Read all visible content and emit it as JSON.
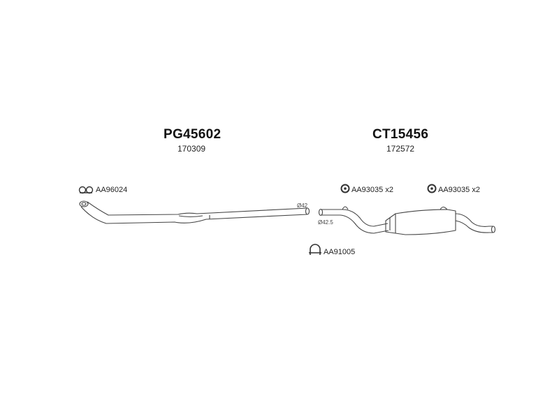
{
  "parts": [
    {
      "code": "PG45602",
      "number": "170309"
    },
    {
      "code": "CT15456",
      "number": "172572"
    }
  ],
  "refs": {
    "clamp_front": "AA96024",
    "hanger_1": "AA93035 x2",
    "hanger_2": "AA93035 x2",
    "clamp_mid": "AA91005"
  },
  "diameters": {
    "front_pipe_end": "Ø42",
    "rear_pipe_inlet": "Ø42.5"
  },
  "icons": {
    "clamp_front": "pipe-clamp-icon",
    "hanger_1": "rubber-hanger-icon",
    "hanger_2": "rubber-hanger-icon",
    "clamp_mid": "u-clamp-icon"
  }
}
